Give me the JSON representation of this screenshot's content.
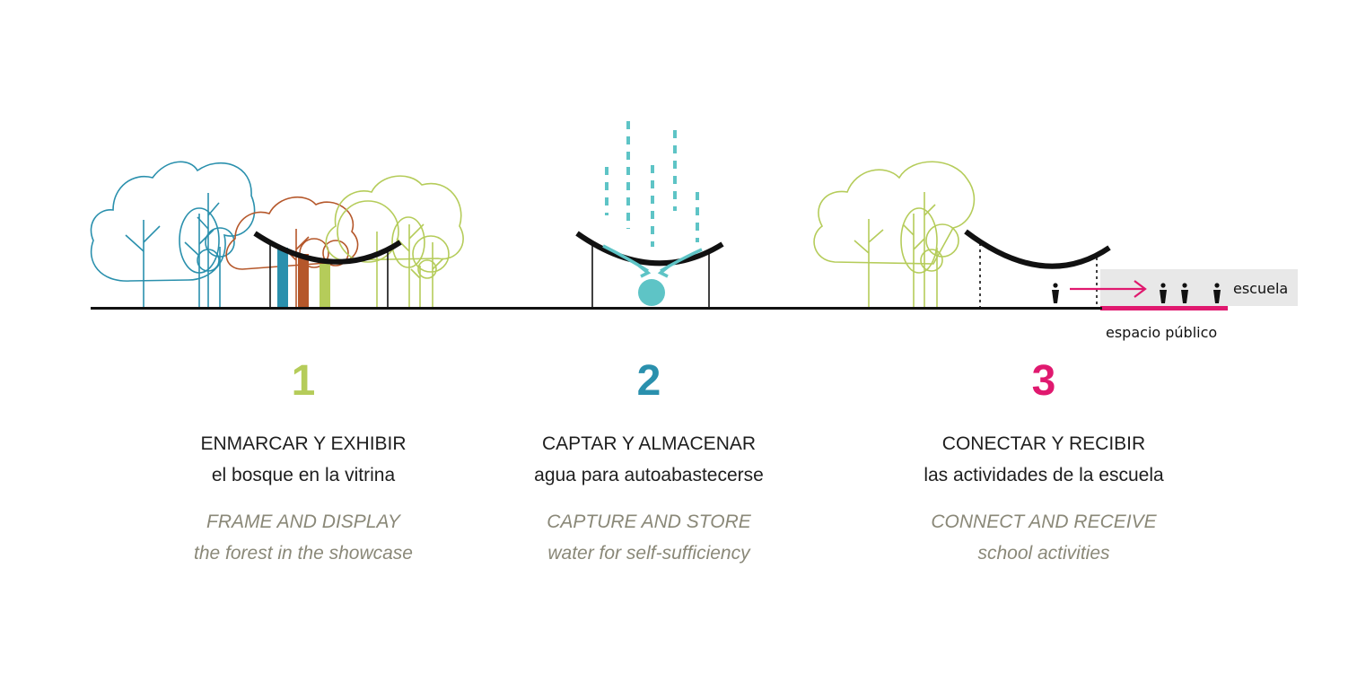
{
  "colors": {
    "green": "#b5cc5a",
    "teal": "#2a90ad",
    "magenta": "#e0196f",
    "brown": "#b5572a",
    "water": "#5ec4c6",
    "line": "#111111",
    "english_text": "#8a8878",
    "band_gray": "#e8e8e8"
  },
  "diagram": {
    "label_school": "escuela",
    "label_public_space": "espacio público"
  },
  "panels": [
    {
      "number": "1",
      "number_color": "#b5cc5a",
      "title_es": "ENMARCAR Y EXHIBIR",
      "subtitle_es": "el bosque en la vitrina",
      "title_en": "FRAME AND DISPLAY",
      "subtitle_en": "the forest in the showcase"
    },
    {
      "number": "2",
      "number_color": "#2a90ad",
      "title_es": "CAPTAR Y ALMACENAR",
      "subtitle_es": "agua para autoabastecerse",
      "title_en": "CAPTURE AND STORE",
      "subtitle_en": "water for self-sufficiency"
    },
    {
      "number": "3",
      "number_color": "#e0196f",
      "title_es": "CONECTAR Y RECIBIR",
      "subtitle_es": "las actividades de la escuela",
      "title_en": "CONNECT AND RECEIVE",
      "subtitle_en": "school activities"
    }
  ]
}
